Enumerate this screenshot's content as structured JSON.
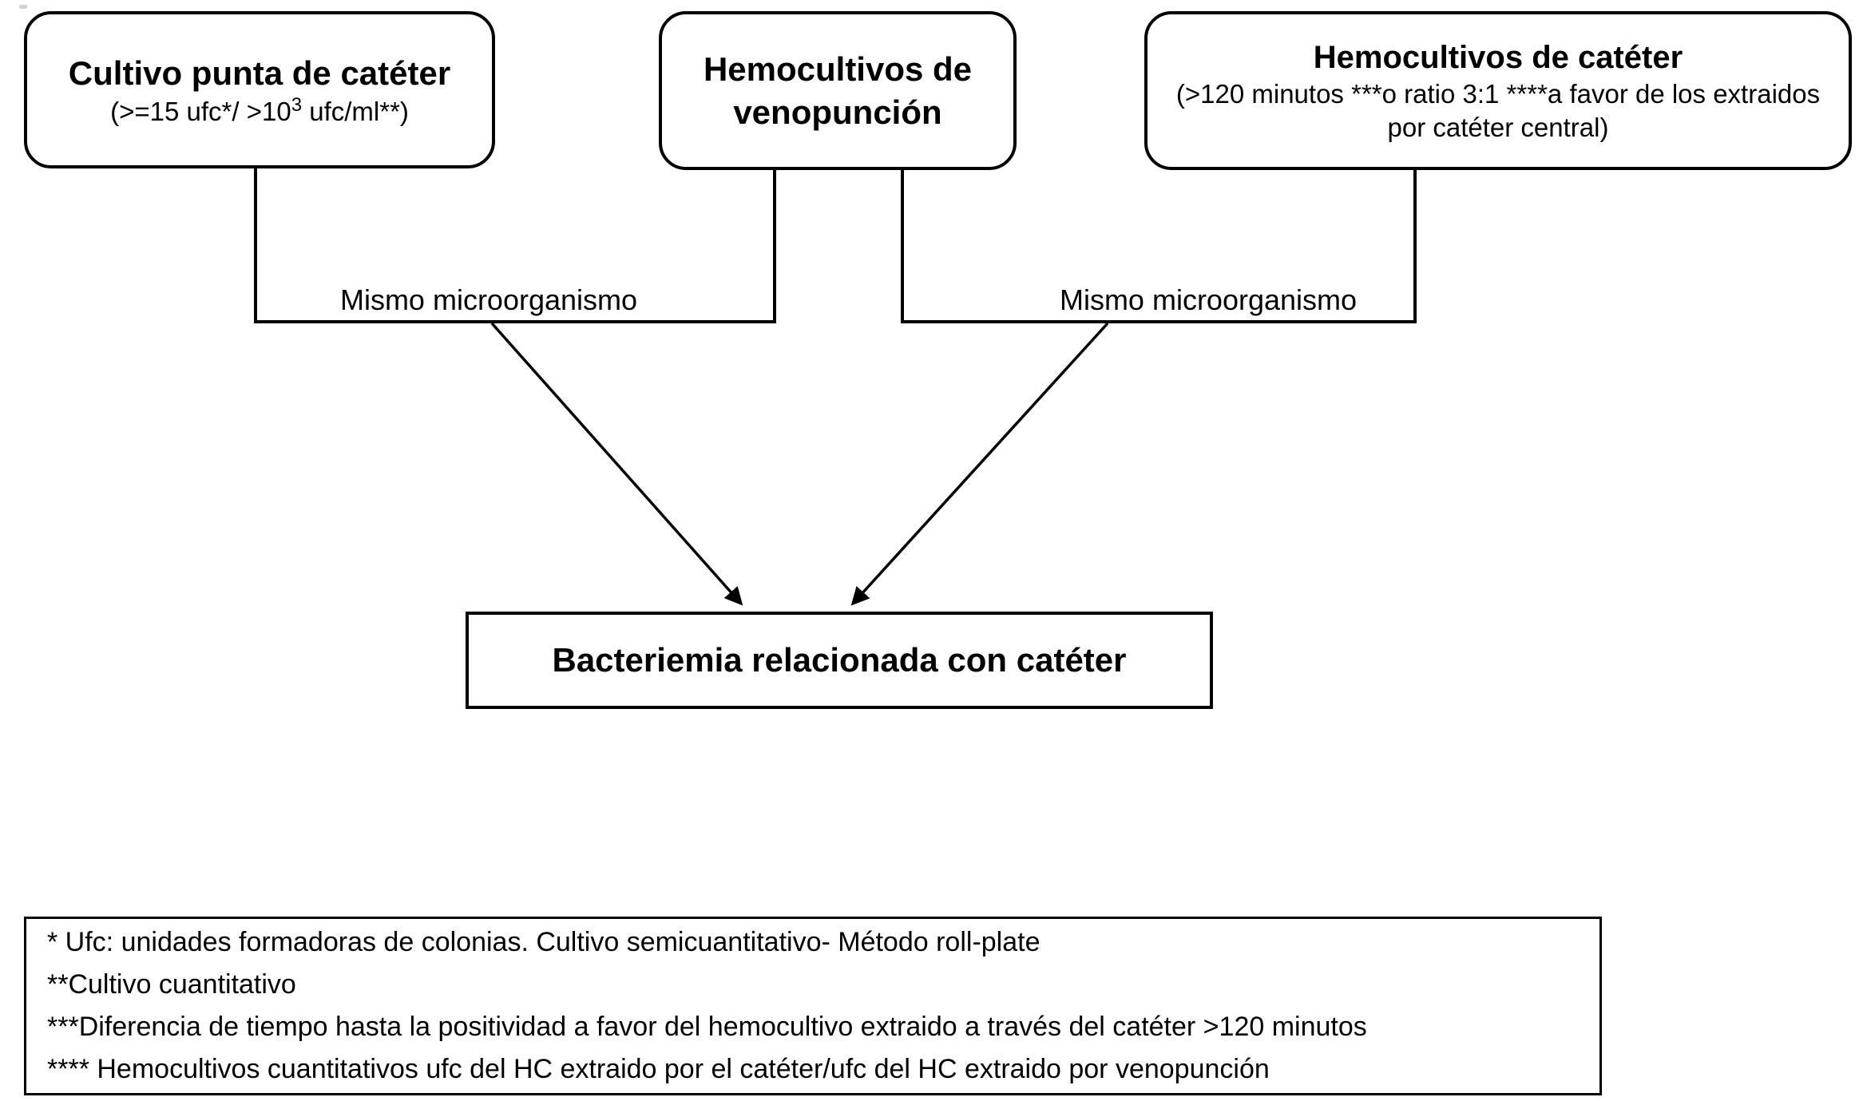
{
  "diagram": {
    "nodes": {
      "catheter_tip_culture": {
        "title": "Cultivo punta de catéter",
        "criteria_prefix": "(>=15 ufc*/ >10",
        "criteria_superscript": "3",
        "criteria_suffix": " ufc/ml**)"
      },
      "venipuncture_blood_cultures": {
        "title": "Hemocultivos de venopunción"
      },
      "catheter_blood_cultures": {
        "title": "Hemocultivos de catéter",
        "criteria": "(>120 minutos ***o ratio 3:1 ****a favor de los extraidos por catéter central)"
      },
      "outcome": {
        "title": "Bacteriemia relacionada con catéter"
      }
    },
    "edge_labels": {
      "left": "Mismo microorganismo",
      "right": "Mismo microorganismo"
    },
    "footnotes": {
      "lines": [
        "* Ufc: unidades formadoras de colonias. Cultivo semicuantitativo- Método roll-plate",
        "**Cultivo cuantitativo",
        "***Diferencia de tiempo hasta la positividad a favor del hemocultivo extraido a través del catéter >120 minutos",
        "**** Hemocultivos cuantitativos ufc del HC extraido por el catéter/ufc del HC extraido por venopunción"
      ]
    },
    "colors": {
      "line": "#000000",
      "background": "#ffffff",
      "text": "#000000"
    }
  }
}
